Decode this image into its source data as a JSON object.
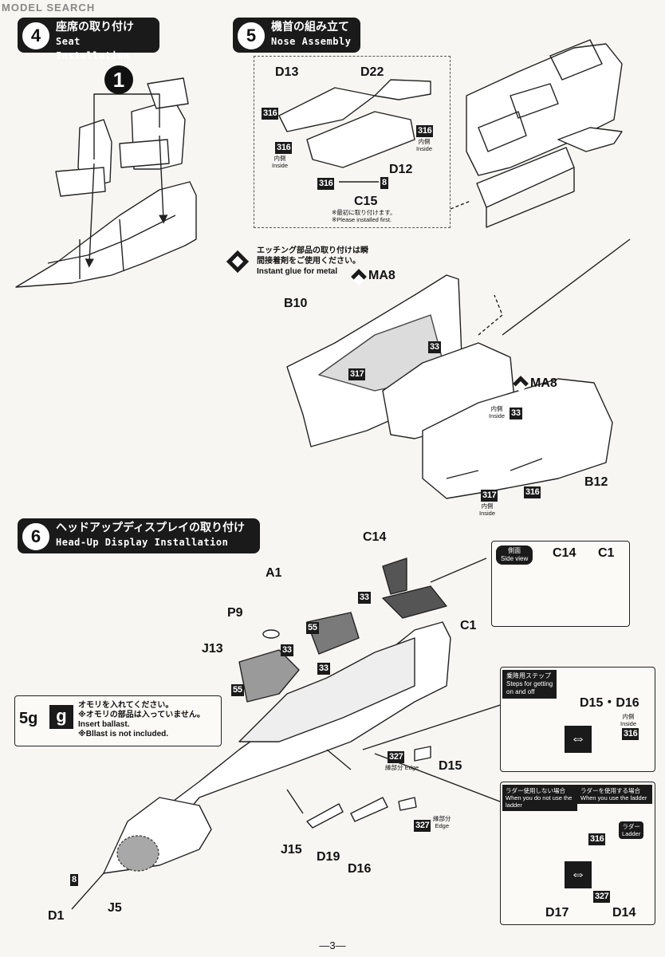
{
  "watermark": "MODEL SEARCH",
  "steps": [
    {
      "number": "4",
      "title_jp": "座席の取り付け",
      "title_en": "Seat Installation"
    },
    {
      "number": "5",
      "title_jp": "機首の組み立て",
      "title_en": "Nose Assembly"
    },
    {
      "number": "6",
      "title_jp": "ヘッドアップディスプレイの取り付け",
      "title_en": "Head-Up Display Installation"
    }
  ],
  "step4": {
    "callout": "1"
  },
  "step5": {
    "parts": {
      "d13": "D13",
      "d22": "D22",
      "d12": "D12",
      "c15": "C15",
      "b10": "B10",
      "b12": "B12",
      "ma8_a": "MA8",
      "ma8_b": "MA8"
    },
    "badges": {
      "b316_a": "316",
      "b316_b": "316",
      "b316_c": "316",
      "b316_d": "316",
      "b8": "8",
      "b33_a": "33",
      "b33_b": "33",
      "b317_a": "317",
      "b317_b": "317",
      "b316_e": "316"
    },
    "inside_jp": "内側",
    "inside_en": "Inside",
    "c15_note_jp": "※最初に取り付けます。",
    "c15_note_en": "※Please installed first.",
    "glue_jp_1": "エッチング部品の取り付けは瞬",
    "glue_jp_2": "間接着剤をご使用ください。",
    "glue_en": "Instant glue for metal"
  },
  "step6": {
    "parts": {
      "c14": "C14",
      "a1": "A1",
      "c1": "C1",
      "p9": "P9",
      "j13": "J13",
      "d15": "D15",
      "j15": "J15",
      "d19": "D19",
      "d16": "D16",
      "d1": "D1",
      "j5": "J5",
      "d17": "D17",
      "d14": "D14",
      "d15d16": "D15・D16"
    },
    "badges": {
      "b33_a": "33",
      "b33_b": "33",
      "b33_c": "33",
      "b55_a": "55",
      "b55_b": "55",
      "b327_a": "327",
      "b327_b": "327",
      "b8": "8",
      "b316_a": "316",
      "b316_b": "316",
      "b327_c": "327"
    },
    "side_view": {
      "jp": "側面",
      "en": "Side view",
      "c14": "C14",
      "c1": "C1"
    },
    "ballast": {
      "weight": "5g",
      "jp_1": "オモリを入れてください。",
      "jp_2": "※オモリの部品は入っていません。",
      "en_1": "Insert ballast.",
      "en_2": "※Bllast is not included."
    },
    "edge_jp": "縁部分",
    "edge_en": "Edge",
    "steps_box": {
      "jp": "乗降用ステップ",
      "en_1": "Steps for getting",
      "en_2": "on and off"
    },
    "inside_jp": "内側",
    "inside_en": "Inside",
    "ladder_no": {
      "jp": "ラダー使用しない場合",
      "en": "When you do not use the ladder"
    },
    "ladder_yes": {
      "jp": "ラダーを使用する場合",
      "en": "When you use the ladder"
    },
    "ladder_tag": {
      "jp": "ラダー",
      "en": "Ladder"
    }
  },
  "page_number": "—3—"
}
